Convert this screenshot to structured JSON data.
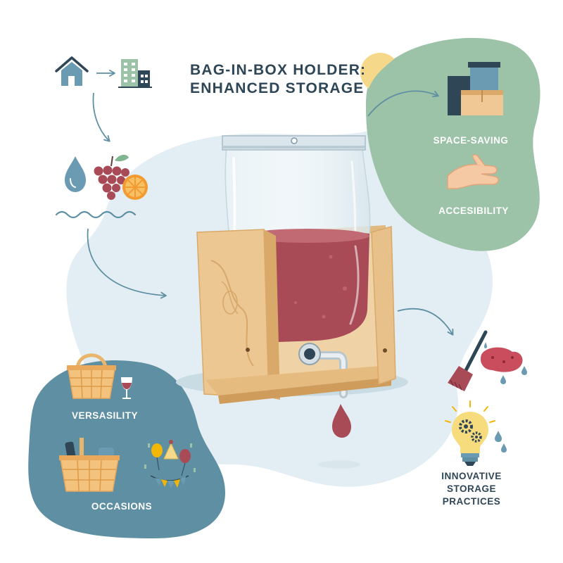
{
  "title": {
    "line1": "BAG-IN-BOX HOLDER:",
    "line2": "ENHANCED STORAGE"
  },
  "features": {
    "space_saving": "SPACE-SAVING",
    "accessibility": "ACCESIBILITY",
    "versatility": "VERSASILITY",
    "occasions": "OCCASIONS",
    "innovative": [
      "INNOVATIVE",
      "STORAGE",
      "PRACTICES"
    ]
  },
  "colors": {
    "navy_text": "#2f4657",
    "green_blob": "#9cc3a8",
    "teal_blob": "#5f8fa2",
    "light_blob": "#e2eef3",
    "wood": "#e8c596",
    "wine": "#a94b57",
    "sun": "#f5d889"
  },
  "icons": [
    "house-icon",
    "building-icon",
    "water-drop-icon",
    "grapes-icon",
    "orange-slice-icon",
    "wave-icon",
    "boxes-icon",
    "hand-icon",
    "basket-icon",
    "wine-glass-icon",
    "party-icon",
    "broom-icon",
    "sponge-icon",
    "lightbulb-gears-icon"
  ]
}
